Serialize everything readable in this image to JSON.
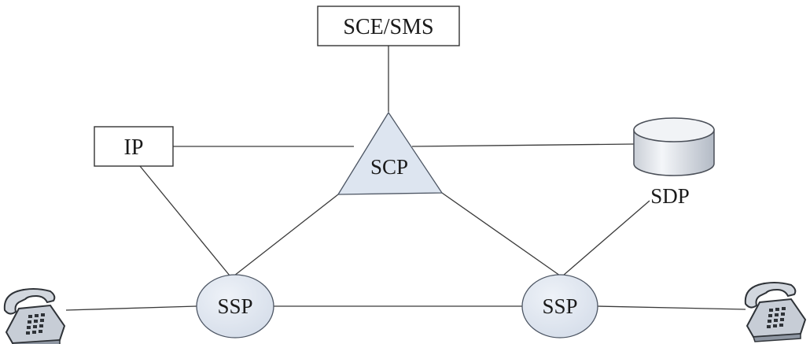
{
  "nodes": {
    "sce_sms": "SCE/SMS",
    "ip": "IP",
    "scp": "SCP",
    "sdp": "SDP",
    "ssp_left": "SSP",
    "ssp_right": "SSP"
  },
  "icons": {
    "left_terminal": "telephone-icon",
    "right_terminal": "telephone-icon",
    "database": "database-cylinder-icon"
  },
  "colors": {
    "node_fill": "#dde5f0",
    "line": "#3a3a3a",
    "phone_body": "#c7cdd6"
  }
}
